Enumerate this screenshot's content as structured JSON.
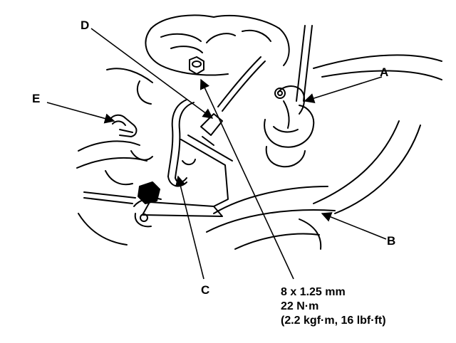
{
  "callouts": {
    "a": "A",
    "b": "B",
    "c": "C",
    "d": "D",
    "e": "E"
  },
  "torque_spec": {
    "thread": "8 x 1.25 mm",
    "torque": "22 N·m",
    "alt_units": "(2.2 kgf·m, 16 lbf·ft)"
  },
  "colors": {
    "ink": "#000000",
    "paper": "#ffffff"
  }
}
